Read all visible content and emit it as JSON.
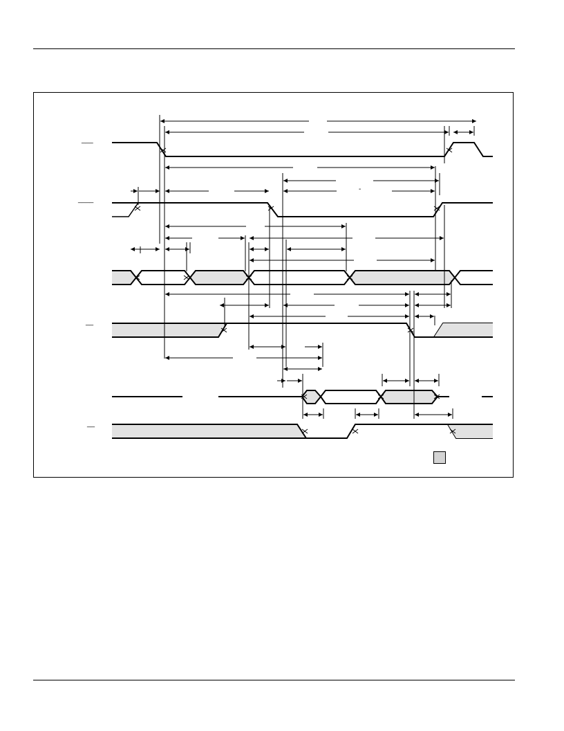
{
  "signals": [
    {
      "id": "s1",
      "name_overline": "___"
    },
    {
      "id": "s2",
      "name_overline": "____"
    },
    {
      "id": "s3",
      "name_overline": ""
    },
    {
      "id": "s4",
      "name_overline": "__"
    },
    {
      "id": "s5",
      "name_overline": ""
    },
    {
      "id": "s6",
      "name_overline": "__"
    }
  ],
  "annotations": {
    "dash_mark": "-"
  },
  "colors": {
    "line": "#000000",
    "hatch_fill": "#e2e2e2",
    "legend_fill": "#d4d4d4"
  }
}
